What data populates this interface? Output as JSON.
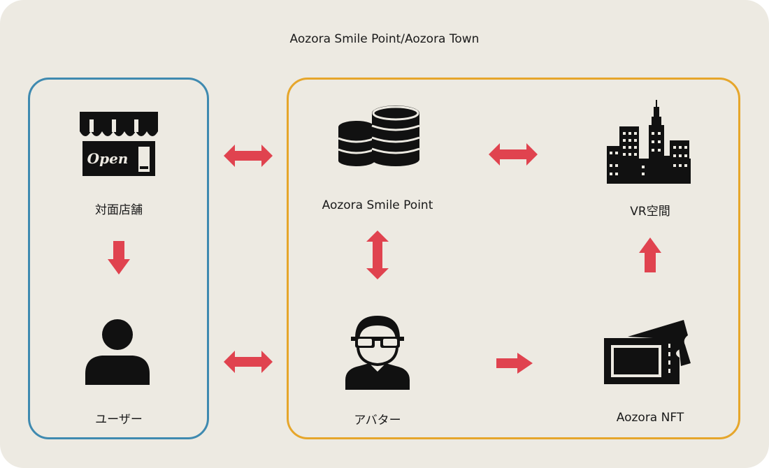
{
  "title": "Aozora Smile Point/Aozora Town",
  "colors": {
    "background": "#edeae2",
    "left_border": "#3f8ab0",
    "right_border": "#e6a62b",
    "arrow": "#e0434f",
    "icon": "#111111"
  },
  "nodes": {
    "store": {
      "label": "対面店舗",
      "sign": "Open",
      "icon": "shop-icon"
    },
    "user": {
      "label": "ユーザー",
      "icon": "user-icon"
    },
    "points": {
      "label": "Aozora Smile Point",
      "icon": "coins-icon"
    },
    "vr": {
      "label": "VR空間",
      "icon": "city-icon"
    },
    "avatar": {
      "label": "アバター",
      "icon": "avatar-icon"
    },
    "nft": {
      "label": "Aozora NFT",
      "icon": "ticket-icon"
    }
  }
}
